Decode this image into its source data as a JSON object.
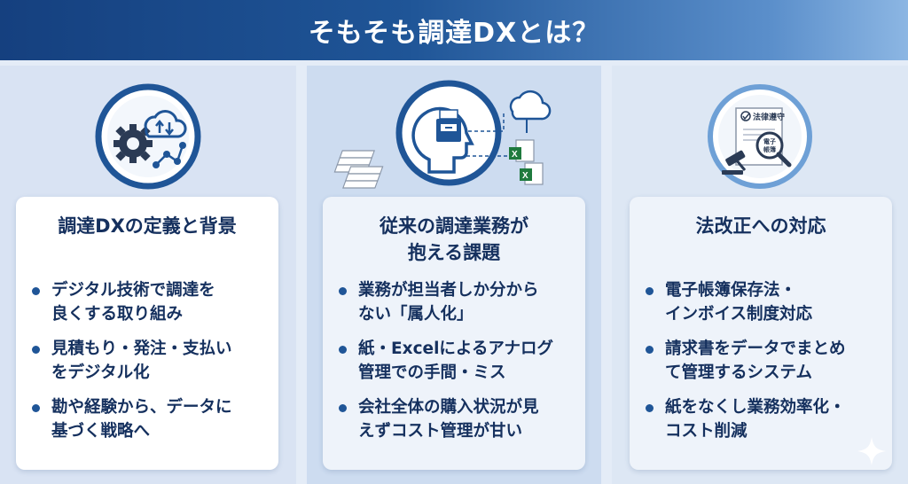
{
  "header": {
    "title": "そもそも調達DXとは？"
  },
  "columns": [
    {
      "icon": "gear-cloud-icon",
      "title_lines": [
        "調達DXの定義と背景"
      ],
      "items": [
        [
          "デジタル技術で調達を",
          "良くする取り組み"
        ],
        [
          "見積もり・発注・支払い",
          "をデジタル化"
        ],
        [
          "勘や経験から、データに",
          "基づく戦略へ"
        ]
      ]
    },
    {
      "icon": "head-folder-cloud-icon",
      "title_lines": [
        "従来の調達業務が",
        "抱える課題"
      ],
      "items": [
        [
          "業務が担当者しか分から",
          "ない「属人化」"
        ],
        [
          "紙・Excelによるアナログ",
          "管理での手間・ミス"
        ],
        [
          "会社全体の購入状況が見",
          "えずコスト管理が甘い"
        ]
      ]
    },
    {
      "icon": "legal-document-icon",
      "title_lines": [
        "法改正への対応"
      ],
      "doc_heading": "法律遵守",
      "magnifier_text": [
        "電子",
        "帳簿"
      ],
      "items": [
        [
          "電子帳簿保存法・",
          "インボイス制度対応"
        ],
        [
          "請求書をデータでまとめ",
          "て管理するシステム"
        ],
        [
          "紙をなくし業務効率化・",
          "コスト削減"
        ]
      ]
    }
  ],
  "colors": {
    "header_start": "#15407f",
    "header_end": "#8cb6e3",
    "navy_text": "#15305e",
    "bullet": "#1f5597"
  }
}
